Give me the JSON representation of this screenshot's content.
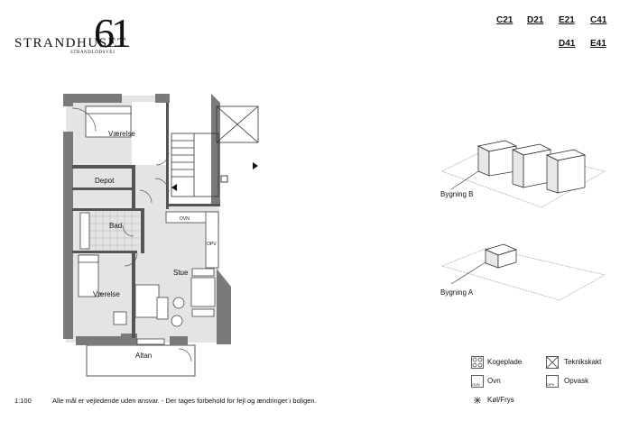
{
  "logo": {
    "name": "STRANDHUSET",
    "subtitle": "STRANDLODSVEJ",
    "number": "61"
  },
  "unit_links": [
    "C21",
    "D21",
    "E21",
    "C41",
    "D41",
    "E41"
  ],
  "plan": {
    "rooms": {
      "bedroom_top": "Værelse",
      "depot": "Depot",
      "bath": "Bad",
      "living": "Stue",
      "bedroom_bottom": "Værelse",
      "balcony": "Altan"
    },
    "appliance_marks": {
      "oven": "OVN",
      "dishwasher": "OPV"
    }
  },
  "buildings": {
    "b": "Bygning B",
    "a": "Bygning A"
  },
  "legend": {
    "hob": "Kogeplade",
    "shaft": "Teknikskakt",
    "oven": "Ovn",
    "dishwasher": "Opvask",
    "fridge": "Køl/Frys",
    "oven_icon": "OVN",
    "dishwasher_icon": "OPV"
  },
  "footer": {
    "scale": "1:100",
    "disclaimer": "Alle mål er vejledende uden ansvar. - Der tages forbehold for fejl og ændringer i boligen."
  }
}
